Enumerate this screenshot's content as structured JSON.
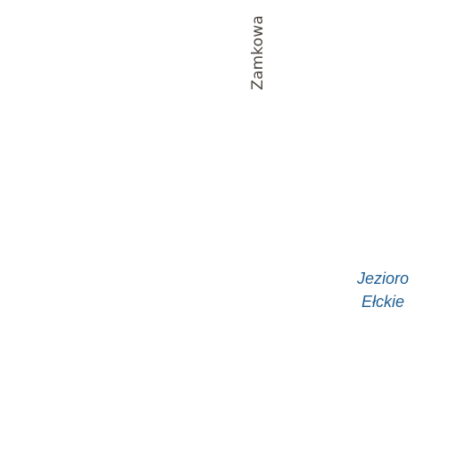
{
  "map": {
    "background": "#ffffff",
    "street_label": {
      "text": "Zamkowa",
      "color": "#4a4540"
    },
    "water_label": {
      "lines": [
        "Jezioro",
        "Ełckie"
      ],
      "color": "#1f5f94"
    }
  }
}
